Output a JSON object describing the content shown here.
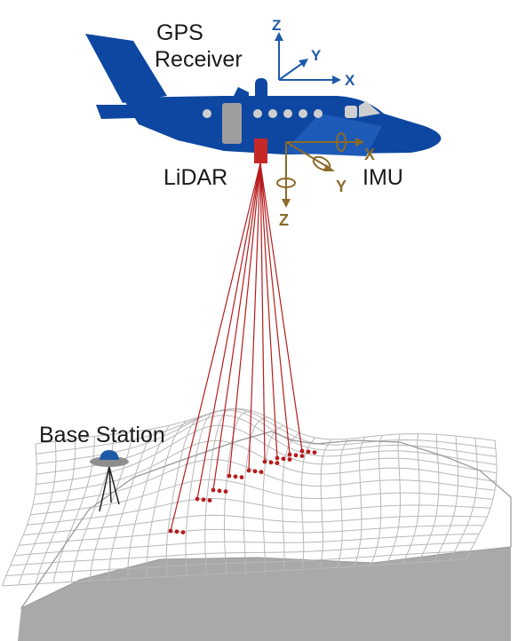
{
  "labels": {
    "gps_line1": "GPS",
    "gps_line2": "Receiver",
    "lidar": "LiDAR",
    "imu": "IMU",
    "base_station": "Base Station"
  },
  "gps_axes": {
    "z": "Z",
    "y": "Y",
    "x": "X"
  },
  "imu_axes": {
    "x": "X",
    "y": "Y",
    "z": "Z"
  },
  "colors": {
    "aircraft": "#0d47a1",
    "gps_axes": "#1e5aa8",
    "imu_axes": "#8b6a2a",
    "lidar_unit": "#c62828",
    "laser_beams": "#b71c1c",
    "terrain_mesh": "#b8b8b8",
    "terrain_base": "#a9a9a9",
    "base_station": "#1e5aa8"
  },
  "icons": {
    "aircraft": "airplane-icon",
    "lidar": "lidar-sensor-icon",
    "base_station": "gnss-base-station-icon"
  }
}
